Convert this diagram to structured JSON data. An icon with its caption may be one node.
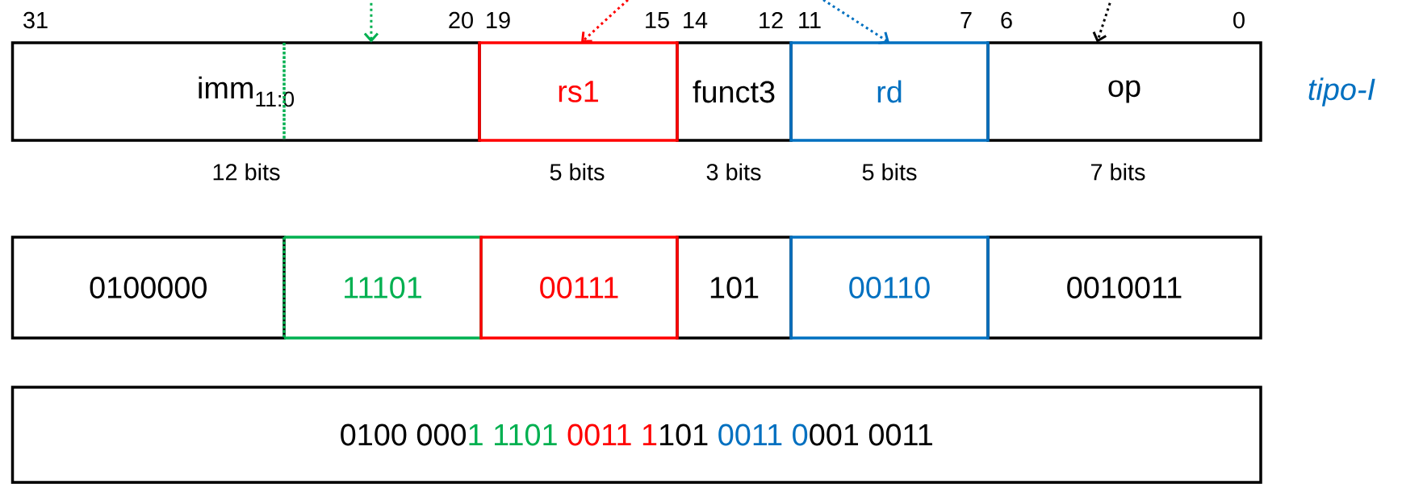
{
  "diagram": {
    "nodes": [
      {
        "text": [
          "imm$_{11:0}$"
        ]
      },
      {
        "text": [
          "rs1"
        ]
      },
      {
        "text": [
          "funct3"
        ]
      },
      {
        "text": [
          "rd"
        ]
      },
      {
        "text": [
          "op"
        ]
      },
      {
        "text": [
          "0100000"
        ]
      },
      {
        "text": [
          "11101"
        ]
      },
      {
        "text": [
          "00111"
        ]
      },
      {
        "text": [
          "101"
        ]
      },
      {
        "text": [
          "00110"
        ]
      },
      {
        "text": [
          "0010011"
        ]
      },
      {
        "text": [
          "0100 000",
          "1 1101",
          "0011 1",
          "101",
          "0011 0",
          "001 0011"
        ]
      }
    ],
    "edges": [
      {
        "from": null,
        "to": 0,
        "arrow": "to",
        "style": "dashed",
        "color": "#00b050"
      },
      {
        "from": null,
        "to": 1,
        "arrow": "to",
        "style": "dashed",
        "color": "#ff0000"
      },
      {
        "from": null,
        "to": 3,
        "arrow": "to",
        "style": "dashed",
        "color": "#0070c0"
      },
      {
        "from": null,
        "to": 4,
        "arrow": "to",
        "style": "dashed",
        "color": "#000000"
      }
    ],
    "labels": [
      "31",
      "20",
      "19",
      "15",
      "14",
      "12",
      "11",
      "7",
      "6",
      "0",
      "tipo-I",
      "12 bits",
      "5 bits",
      "3 bits",
      "5 bits",
      "7 bits"
    ]
  }
}
